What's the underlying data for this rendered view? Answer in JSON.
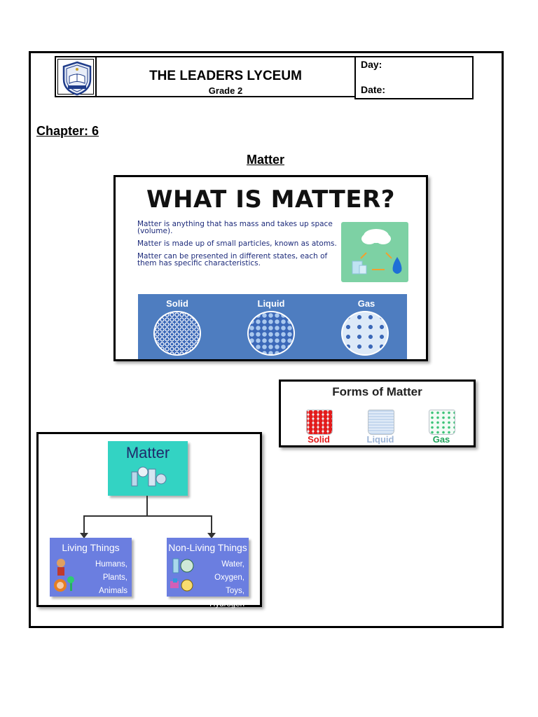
{
  "header": {
    "school_name": "THE LEADERS LYCEUM",
    "grade": "Grade 2",
    "day_label": "Day:",
    "date_label": "Date:"
  },
  "chapter": "Chapter: 6",
  "topic": "Matter",
  "what_is_matter": {
    "title": "WHAT IS MATTER?",
    "paragraphs": [
      "Matter is anything that has mass and takes up space (volume).",
      "Matter is made up of small particles, known as atoms.",
      "Matter can be presented in different states, each of them has specific characteristics."
    ],
    "states": [
      "Solid",
      "Liquid",
      "Gas"
    ]
  },
  "forms_of_matter": {
    "title": "Forms of Matter",
    "forms": [
      {
        "label": "Solid",
        "color": "#e31b1b"
      },
      {
        "label": "Liquid",
        "color": "#9cb4d6"
      },
      {
        "label": "Gas",
        "color": "#1fa35a"
      }
    ]
  },
  "hierarchy": {
    "root": "Matter",
    "living": {
      "title": "Living Things",
      "lines": [
        "Humans, Plants,",
        "Animals"
      ]
    },
    "non_living": {
      "title": "Non-Living Things",
      "lines": [
        "Water, Oxygen,",
        "Toys, Hydrogen"
      ]
    }
  },
  "colors": {
    "blue_panel": "#4e7dc0",
    "teal_box": "#33d3c3",
    "category_box": "#6b7ee0"
  }
}
